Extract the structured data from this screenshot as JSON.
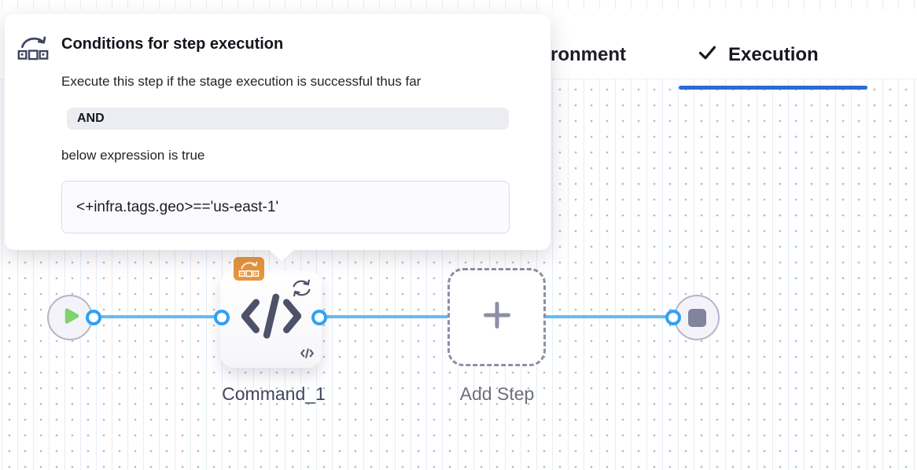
{
  "tabs": {
    "environment_visible_label": "ronment",
    "execution_label": "Execution",
    "active_tab": "Execution",
    "active_underline_color": "#2e6bd3",
    "execution_icon": "check-icon"
  },
  "popover": {
    "icon": "conditional-execution-icon",
    "title": "Conditions for step execution",
    "description": "Execute this step if the stage execution is successful thus far",
    "operator": "AND",
    "expression_intro": "below expression is true",
    "expression": "<+infra.tags.geo>=='us-east-1'"
  },
  "pipeline": {
    "start_icon": "play-icon",
    "end_icon": "stop-icon",
    "steps": [
      {
        "name": "Command_1",
        "type": "command",
        "main_icon": "code-icon",
        "badge_icon": "conditional-execution-badge-icon",
        "corner_icons": [
          "loop-icon",
          "code-icon-small"
        ]
      },
      {
        "name": "Add Step",
        "type": "add-placeholder",
        "main_icon": "plus-icon"
      }
    ]
  },
  "colors": {
    "connector_blue": "#64bbf0",
    "port_blue": "#2ea2f4",
    "badge_orange": "#e7953c",
    "play_green": "#7fd36d",
    "icon_slate": "#4d5268",
    "active_tab_blue": "#2e6bd3"
  }
}
